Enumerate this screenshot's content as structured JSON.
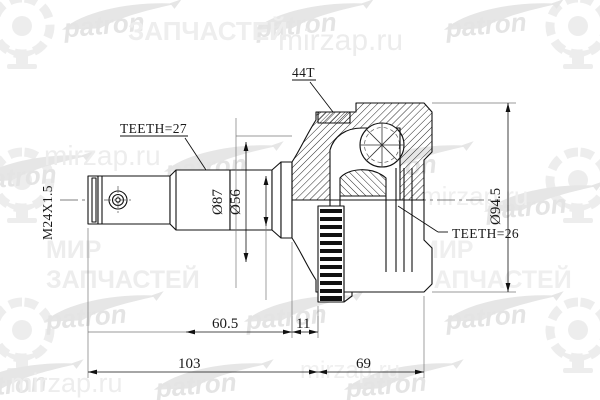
{
  "document": {
    "type": "engineering-drawing",
    "subject": "CV joint outer assembly cross-section",
    "background_color": "#ffffff",
    "line_color": "#111111"
  },
  "watermarks": {
    "brand_label": "PATRON",
    "shop_line1": "МИР",
    "shop_line2": "ЗАПЧАСТЕЙ",
    "site": "mirzap.ru",
    "color": "#e9e9e9",
    "color_strong": "#e0e0e0"
  },
  "callouts": {
    "spline_shaft": "TEETH=27",
    "spline_inner": "TEETH=26",
    "abs_ring": "44T",
    "thread": "M24X1.5"
  },
  "diameters": {
    "boot_large": "Ø87",
    "boot_small": "Ø56",
    "joint_body": "Ø94.5"
  },
  "dimensions": {
    "d_60_5": "60.5",
    "d_11": "11",
    "d_103": "103",
    "d_69": "69"
  }
}
